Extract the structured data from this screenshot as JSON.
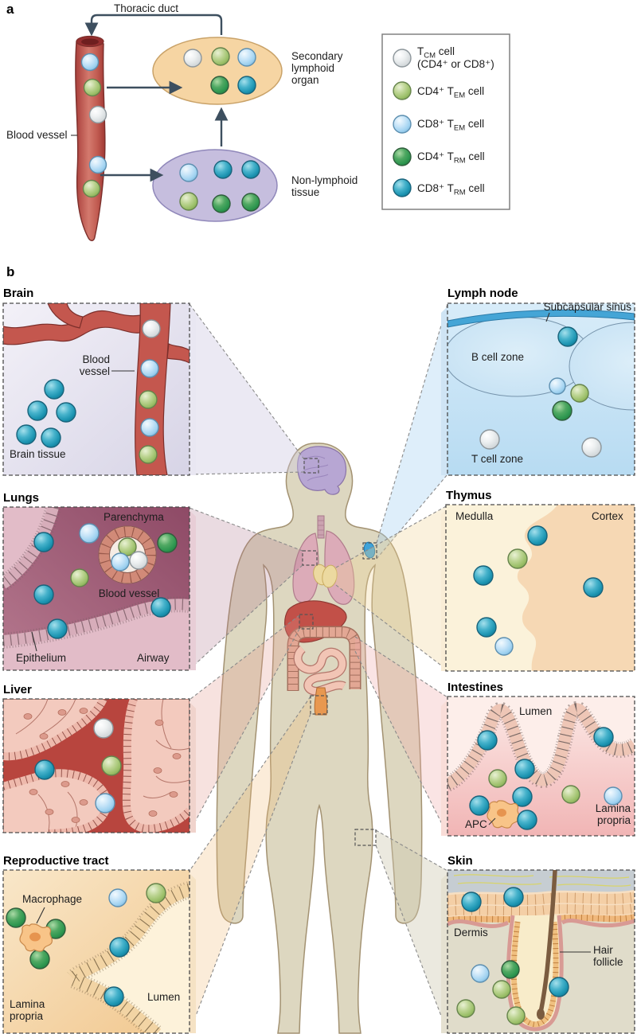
{
  "figure": {
    "panel_a_label": "a",
    "panel_b_label": "b"
  },
  "panel_a": {
    "thoracic_duct": "Thoracic duct",
    "blood_vessel": "Blood vessel",
    "secondary_lymphoid_organ": "Secondary lymphoid organ",
    "non_lymphoid_tissue": "Non-lymphoid tissue"
  },
  "legend": {
    "items": [
      {
        "name": "tcm-cell",
        "pre": "T",
        "sub": "CM",
        "post": " cell",
        "line2": "(CD4⁺ or CD8⁺)",
        "color": "#dfe3e4"
      },
      {
        "name": "cd4-tem-cell",
        "pre": "CD4⁺ T",
        "sub": "EM",
        "post": " cell",
        "color": "#9cc06a"
      },
      {
        "name": "cd8-tem-cell",
        "pre": "CD8⁺ T",
        "sub": "EM",
        "post": " cell",
        "color": "#a0d2f0"
      },
      {
        "name": "cd4-trm-cell",
        "pre": "CD4⁺ T",
        "sub": "RM",
        "post": " cell",
        "color": "#2e9750"
      },
      {
        "name": "cd8-trm-cell",
        "pre": "CD8⁺ T",
        "sub": "RM",
        "post": " cell",
        "color": "#1d95b2"
      }
    ]
  },
  "panels": {
    "brain": {
      "title": "Brain",
      "blood_vessel": "Blood vessel",
      "brain_tissue": "Brain tissue"
    },
    "lymph_node": {
      "title": "Lymph node",
      "subcapsular_sinus": "Subcapsular sinus",
      "b_cell_zone": "B cell zone",
      "t_cell_zone": "T cell zone"
    },
    "lungs": {
      "title": "Lungs",
      "parenchyma": "Parenchyma",
      "blood_vessel": "Blood vessel",
      "epithelium": "Epithelium",
      "airway": "Airway"
    },
    "thymus": {
      "title": "Thymus",
      "medulla": "Medulla",
      "cortex": "Cortex"
    },
    "liver": {
      "title": "Liver"
    },
    "intestines": {
      "title": "Intestines",
      "lumen": "Lumen",
      "apc": "APC",
      "lamina_propria": "Lamina propria"
    },
    "reproductive_tract": {
      "title": "Reproductive tract",
      "macrophage": "Macrophage",
      "lamina_propria": "Lamina propria",
      "lumen": "Lumen"
    },
    "skin": {
      "title": "Skin",
      "dermis": "Dermis",
      "hair_follicle": "Hair follicle"
    }
  },
  "colors": {
    "tcm_cell": "#dfe3e4",
    "cd4_tem_cell": "#9cc06a",
    "cd8_tem_cell": "#a0d2f0",
    "cd4_trm_cell": "#2e9750",
    "cd8_trm_cell": "#1d95b2",
    "blood_vessel_red": "#c4574e",
    "secondary_lymphoid_organ_fill": "#f6d5a3",
    "non_lymphoid_tissue_fill": "#c6bede",
    "arrow": "#3d4f5f",
    "lymph_sinus": "#45a5d6",
    "lungs_parenchyma": "#8e4a66",
    "thymus_cortex": "#f6d8b4",
    "liver_sinusoid": "#b8453e",
    "skin_dermis": "#e0dcca"
  }
}
